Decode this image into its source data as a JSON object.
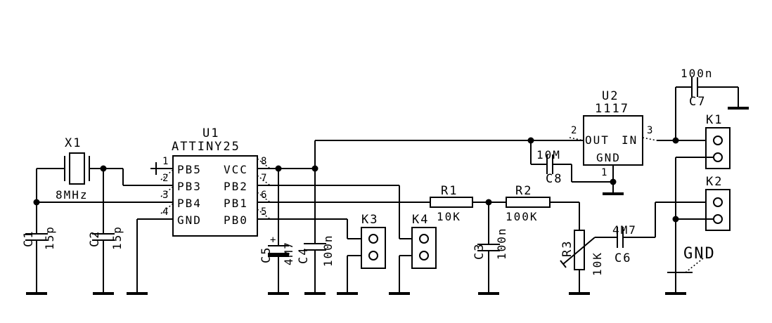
{
  "u1": {
    "ref": "U1",
    "part": "ATTINY25",
    "pins_left": [
      "PB5",
      "PB3",
      "PB4",
      "GND"
    ],
    "pins_right": [
      "VCC",
      "PB2",
      "PB1",
      "PB0"
    ],
    "pin_numbers_left": [
      "1",
      "2",
      "3",
      "4"
    ],
    "pin_numbers_right": [
      "8",
      "7",
      "6",
      "5"
    ]
  },
  "u2": {
    "ref": "U2",
    "part": "1117",
    "pin_out": "OUT",
    "pin_in": "IN",
    "pin_gnd": "GND",
    "pin_numbers": [
      "2",
      "3",
      "1"
    ]
  },
  "x1": {
    "ref": "X1",
    "value": "8MHz"
  },
  "c1": {
    "ref": "C1",
    "value": "15p"
  },
  "c2": {
    "ref": "C2",
    "value": "15p"
  },
  "c3": {
    "ref": "C3",
    "value": "100n"
  },
  "c4": {
    "ref": "C4",
    "value": "100n"
  },
  "c5": {
    "ref": "C5",
    "value": "4M7"
  },
  "c6": {
    "ref": "C6",
    "value": "4M7"
  },
  "c7": {
    "ref": "C7",
    "value": "100n"
  },
  "c8": {
    "ref": "C8",
    "value": "10M"
  },
  "r1": {
    "ref": "R1",
    "value": "10K"
  },
  "r2": {
    "ref": "R2",
    "value": "100K"
  },
  "r3": {
    "ref": "R3",
    "value": "10K"
  },
  "connectors": [
    "K1",
    "K2",
    "K3",
    "K4"
  ],
  "gnd_label": "GND"
}
